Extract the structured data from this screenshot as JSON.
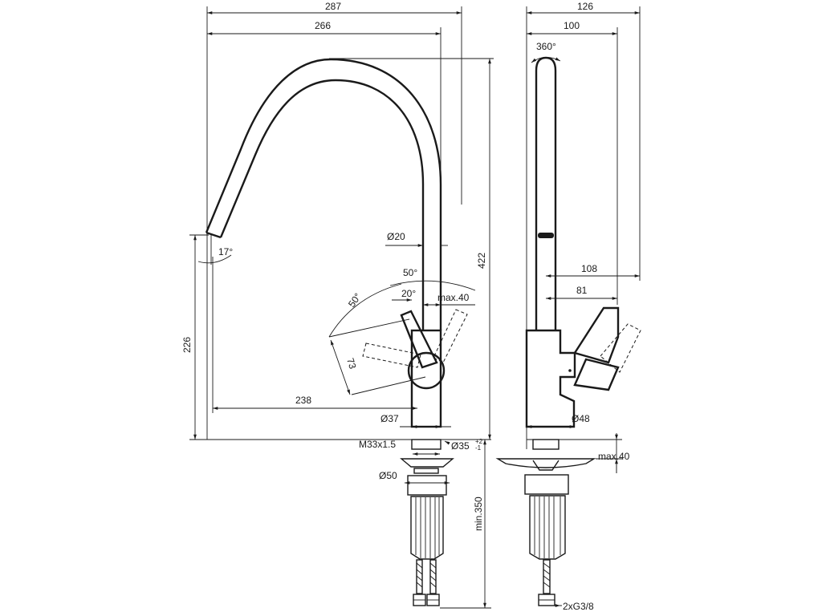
{
  "front_view": {
    "width_overall": "287",
    "spout_reach": "266",
    "spout_diameter": "Ø20",
    "height_total": "422",
    "lever_angle_top": "50°",
    "lever_angle_side": "50°",
    "lever_angle_inner": "20°",
    "lever_clearance": "max.40",
    "spout_tilt": "17°",
    "lever_length": "73",
    "outlet_height": "226",
    "outlet_reach": "238",
    "body_diameter": "Ø37",
    "thread": "M33x1.5",
    "hole_diameter": "Ø35",
    "hole_tol_upper": "+2",
    "hole_tol_lower": "-1",
    "nut_diameter": "Ø50",
    "hose_length": "min.350"
  },
  "side_view": {
    "depth_overall": "126",
    "spout_depth": "100",
    "rotation": "360°",
    "lever_depth": "108",
    "lever_offset": "81",
    "body_diameter": "Ø48",
    "deck_thickness": "max.40",
    "connections": "2xG3/8"
  }
}
